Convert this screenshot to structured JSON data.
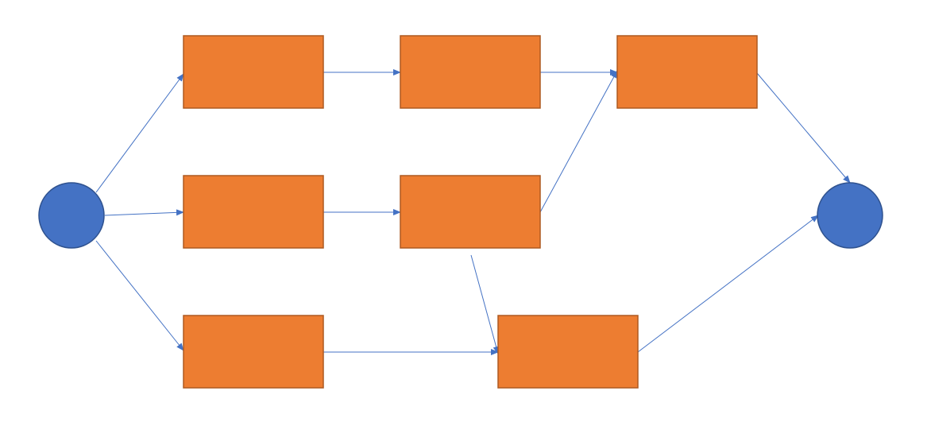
{
  "diagram": {
    "colors": {
      "node_fill": "#ED7D31",
      "node_stroke": "#AE5A21",
      "terminal_fill": "#4472C4",
      "terminal_stroke": "#2F528F",
      "edge": "#4472C4"
    },
    "nodes": [
      {
        "id": "start",
        "shape": "circle",
        "label": ""
      },
      {
        "id": "t1",
        "shape": "rect",
        "label": ""
      },
      {
        "id": "t2",
        "shape": "rect",
        "label": ""
      },
      {
        "id": "t3",
        "shape": "rect",
        "label": ""
      },
      {
        "id": "m1",
        "shape": "rect",
        "label": ""
      },
      {
        "id": "m2",
        "shape": "rect",
        "label": ""
      },
      {
        "id": "b1",
        "shape": "rect",
        "label": ""
      },
      {
        "id": "b2",
        "shape": "rect",
        "label": ""
      },
      {
        "id": "end",
        "shape": "circle",
        "label": ""
      }
    ],
    "edges": [
      {
        "from": "start",
        "to": "t1"
      },
      {
        "from": "start",
        "to": "m1"
      },
      {
        "from": "start",
        "to": "b1"
      },
      {
        "from": "t1",
        "to": "t2"
      },
      {
        "from": "t2",
        "to": "t3"
      },
      {
        "from": "m1",
        "to": "m2"
      },
      {
        "from": "m2",
        "to": "t3"
      },
      {
        "from": "m2",
        "to": "b2"
      },
      {
        "from": "b1",
        "to": "b2"
      },
      {
        "from": "t3",
        "to": "end"
      },
      {
        "from": "b2",
        "to": "end"
      }
    ]
  }
}
